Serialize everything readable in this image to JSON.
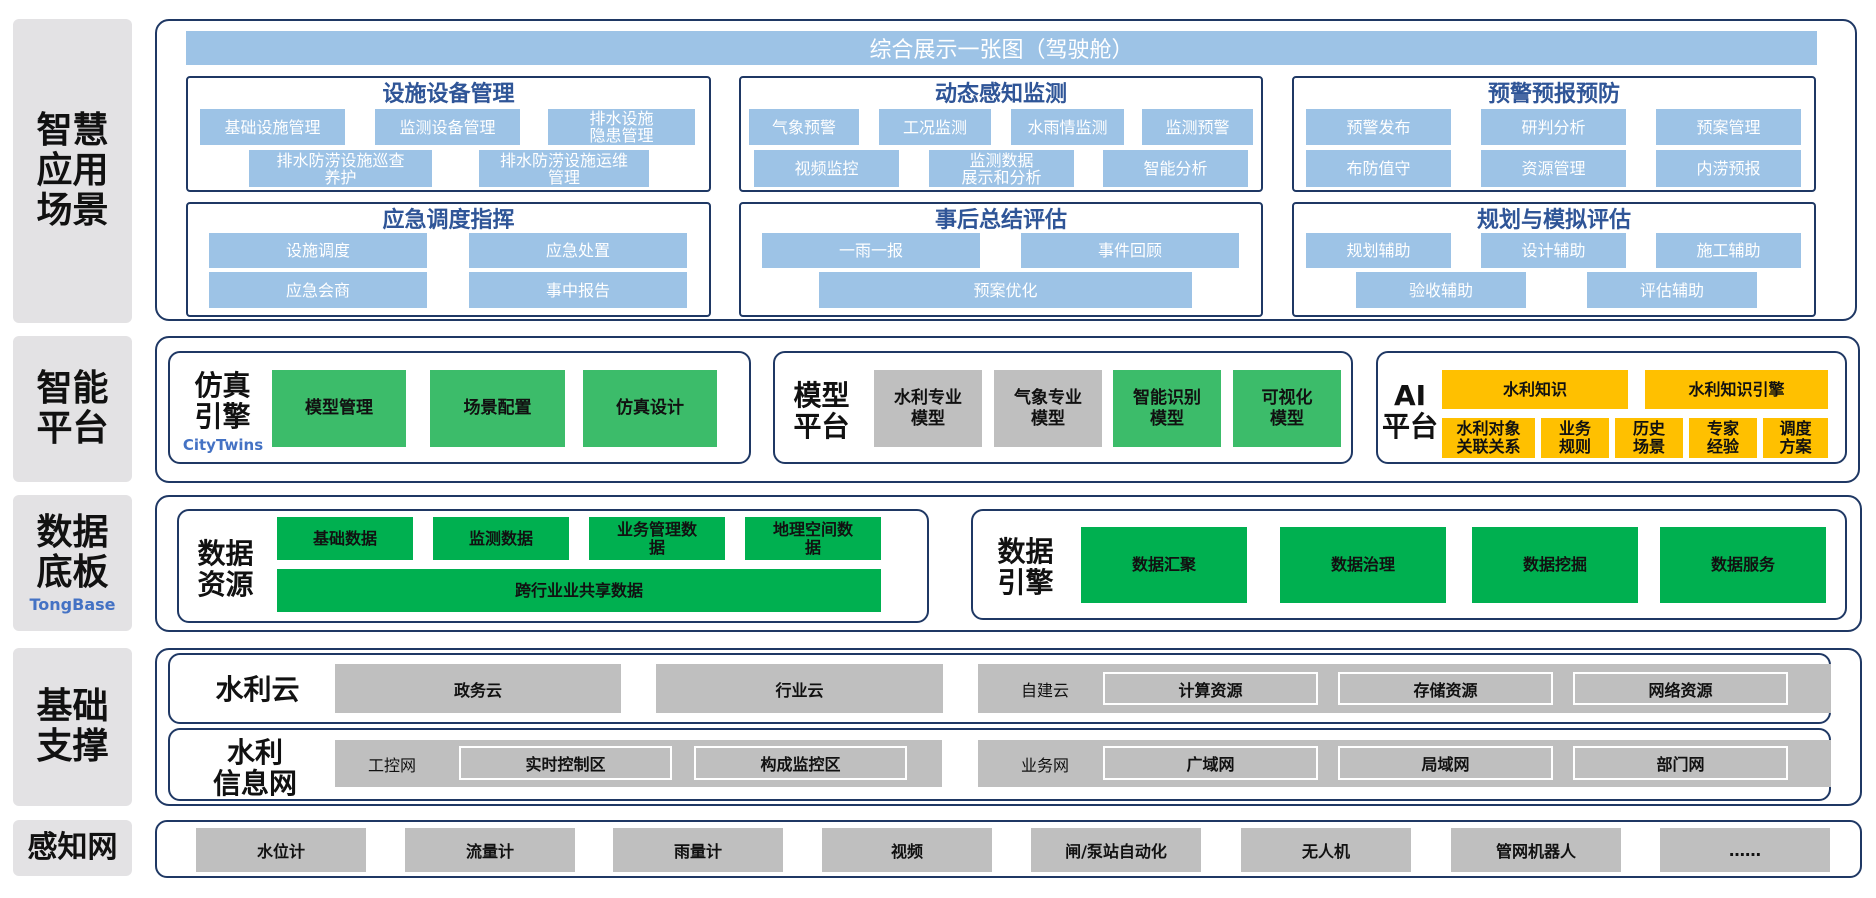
{
  "sidebar": {
    "smart_app": "智慧\n应用\n场景",
    "smart_platform": "智能\n平台",
    "data_base": "数据\n底板",
    "data_base_sub": "TongBase",
    "infra": "基础\n支撑",
    "sensing": "感知网"
  },
  "app_layer": {
    "banner": "综合展示一张图（驾驶舱）",
    "sections": [
      {
        "title": "设施设备管理",
        "items": [
          "基础设施管理",
          "监测设备管理",
          "排水设施\n隐患管理",
          "排水防涝设施巡查\n养护",
          "排水防涝设施运维\n管理"
        ]
      },
      {
        "title": "动态感知监测",
        "items": [
          "气象预警",
          "工况监测",
          "水雨情监测",
          "监测预警",
          "视频监控",
          "监测数据\n展示和分析",
          "智能分析"
        ]
      },
      {
        "title": "预警预报预防",
        "items": [
          "预警发布",
          "研判分析",
          "预案管理",
          "布防值守",
          "资源管理",
          "内涝预报"
        ]
      },
      {
        "title": "应急调度指挥",
        "items": [
          "设施调度",
          "应急处置",
          "应急会商",
          "事中报告"
        ]
      },
      {
        "title": "事后总结评估",
        "items": [
          "一雨一报",
          "事件回顾",
          "预案优化"
        ]
      },
      {
        "title": "规划与模拟评估",
        "items": [
          "规划辅助",
          "设计辅助",
          "施工辅助",
          "验收辅助",
          "评估辅助"
        ]
      }
    ]
  },
  "platform_layer": {
    "sim_engine": {
      "title": "仿真\n引擎",
      "sub": "CityTwins",
      "items": [
        "模型管理",
        "场景配置",
        "仿真设计"
      ]
    },
    "model_platform": {
      "title": "模型\n平台",
      "items": [
        "水利专业\n模型",
        "气象专业\n模型",
        "智能识别\n模型",
        "可视化\n模型"
      ]
    },
    "ai_platform": {
      "title": "AI\n平台",
      "top": [
        "水利知识",
        "水利知识引擎"
      ],
      "bottom": [
        "水利对象\n关联关系",
        "业务\n规则",
        "历史\n场景",
        "专家\n经验",
        "调度\n方案"
      ]
    }
  },
  "data_layer": {
    "resources": {
      "title": "数据\n资源",
      "items": [
        "基础数据",
        "监测数据",
        "业务管理数\n据",
        "地理空间数\n据"
      ],
      "shared": "跨行业业共享数据"
    },
    "engine": {
      "title": "数据\n引擎",
      "items": [
        "数据汇聚",
        "数据治理",
        "数据挖掘",
        "数据服务"
      ]
    }
  },
  "infra_layer": {
    "cloud": {
      "title": "水利云",
      "items": [
        "政务云",
        "行业云"
      ],
      "self_label": "自建云",
      "self_items": [
        "计算资源",
        "存储资源",
        "网络资源"
      ]
    },
    "net": {
      "title": "水利\n信息网",
      "ctrl_label": "工控网",
      "ctrl_items": [
        "实时控制区",
        "构成监控区"
      ],
      "biz_label": "业务网",
      "biz_items": [
        "广域网",
        "局域网",
        "部门网"
      ]
    }
  },
  "sensing_layer": {
    "items": [
      "水位计",
      "流量计",
      "雨量计",
      "视频",
      "闸/泵站自动化",
      "无人机",
      "管网机器人",
      "……"
    ]
  }
}
